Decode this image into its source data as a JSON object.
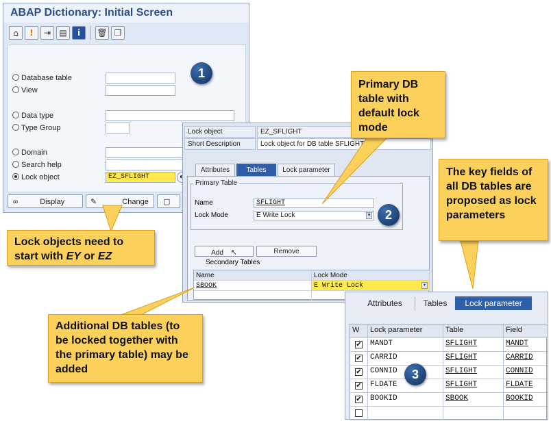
{
  "panel1": {
    "title": "ABAP Dictionary: Initial Screen",
    "toolbar_icons": [
      "where-used-icon",
      "info-icon",
      "hierarchy-icon",
      "object-list-icon",
      "info-i-icon",
      "delete-icon",
      "copy-icon"
    ],
    "toolbar_glyphs": [
      "⌂",
      "!",
      "⇥",
      "▤",
      "i",
      "🗑",
      "❐"
    ],
    "options": [
      {
        "label": "Database table",
        "selected": false
      },
      {
        "label": "View",
        "selected": false
      },
      {
        "label": "Data type",
        "selected": false
      },
      {
        "label": "Type Group",
        "selected": false
      },
      {
        "label": "Domain",
        "selected": false
      },
      {
        "label": "Search help",
        "selected": false
      },
      {
        "label": "Lock object",
        "selected": true
      }
    ],
    "lock_object_value": "EZ_SFLIGHT",
    "buttons": {
      "display": "Display",
      "change": "Change",
      "create": ""
    },
    "badge": "1"
  },
  "panel2": {
    "lock_object_label": "Lock object",
    "lock_object_value": "EZ_SFLIGHT",
    "short_desc_label": "Short Description",
    "short_desc_value": "Lock object for DB table SFLIGHT",
    "tabs": [
      "Attributes",
      "Tables",
      "Lock parameter"
    ],
    "active_tab": "Tables",
    "primary_table_group": "Primary Table",
    "name_label": "Name",
    "name_value": "SFLIGHT",
    "lock_mode_label": "Lock Mode",
    "lock_mode_value": "E Write Lock",
    "add_button": "Add",
    "remove_button": "Remove",
    "secondary_tables_label": "Secondary Tables",
    "secondary_headers": [
      "Name",
      "Lock Mode"
    ],
    "secondary_rows": [
      {
        "name": "SBOOK",
        "mode": "E Write Lock"
      }
    ],
    "badge": "2"
  },
  "panel3": {
    "tabs": [
      "Attributes",
      "Tables",
      "Lock parameter"
    ],
    "active_tab": "Lock parameter",
    "headers": [
      "W",
      "Lock parameter",
      "Table",
      "Field"
    ],
    "rows": [
      {
        "checked": true,
        "param": "MANDT",
        "table": "SFLIGHT",
        "field": "MANDT"
      },
      {
        "checked": true,
        "param": "CARRID",
        "table": "SFLIGHT",
        "field": "CARRID"
      },
      {
        "checked": true,
        "param": "CONNID",
        "table": "SFLIGHT",
        "field": "CONNID"
      },
      {
        "checked": true,
        "param": "FLDATE",
        "table": "SFLIGHT",
        "field": "FLDATE"
      },
      {
        "checked": true,
        "param": "BOOKID",
        "table": "SBOOK",
        "field": "BOOKID"
      }
    ],
    "badge": "3"
  },
  "callouts": {
    "lock_objects_prefix": "Lock objects need to start with",
    "lock_objects_ey": "EY",
    "lock_objects_or": "or",
    "lock_objects_ez": "EZ",
    "primary_db": "Primary DB table with default lock mode",
    "key_fields": "The key fields of all DB tables are proposed as lock parameters",
    "additional": "Additional DB tables (to be locked together with the primary table) may be added"
  },
  "colors": {
    "callout": "#fbd05b",
    "accent_blue": "#2e5fa8",
    "highlight_yellow": "#ffe94d"
  }
}
